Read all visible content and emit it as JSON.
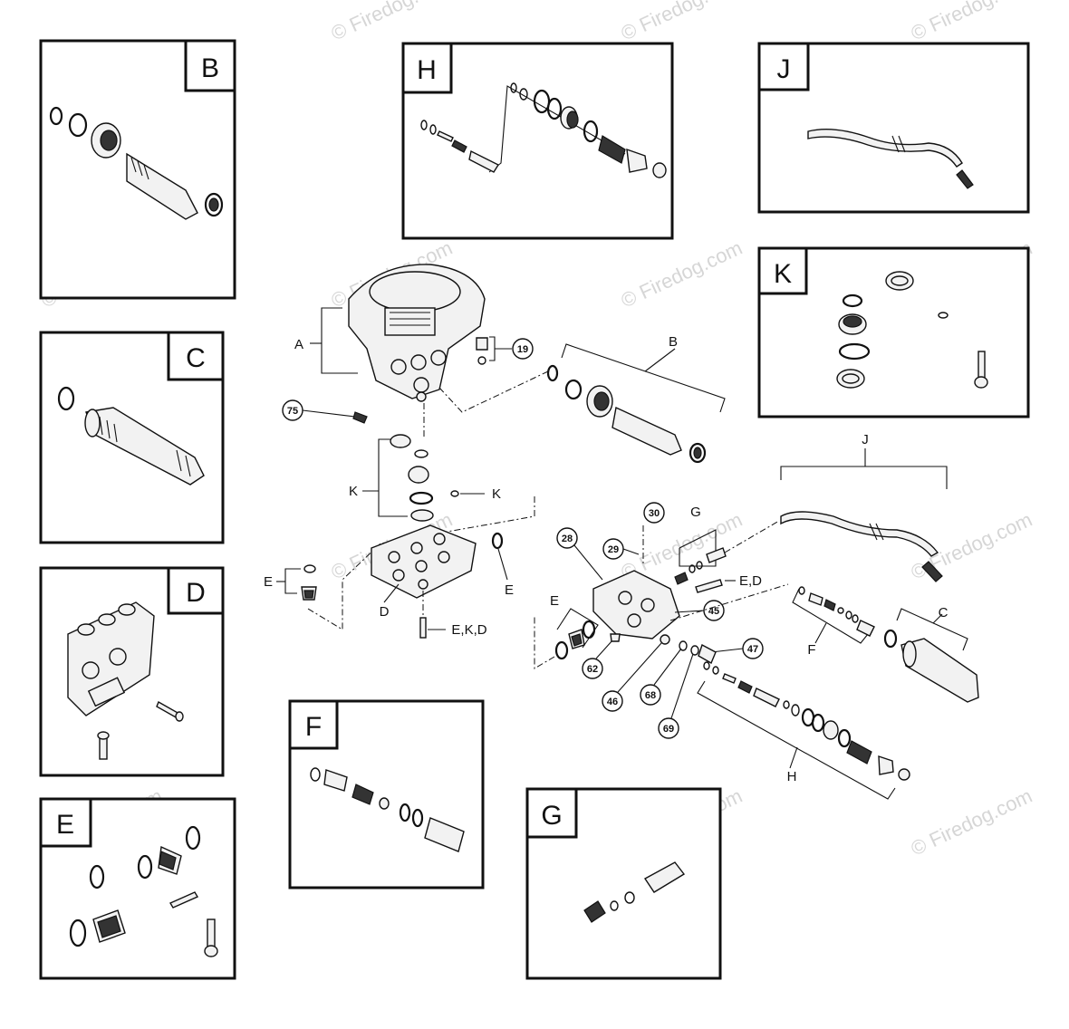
{
  "watermark": {
    "text": "© Firedog.com"
  },
  "panels": {
    "B": {
      "letter": "B"
    },
    "C": {
      "letter": "C"
    },
    "D": {
      "letter": "D"
    },
    "E": {
      "letter": "E"
    },
    "F": {
      "letter": "F"
    },
    "G": {
      "letter": "G"
    },
    "H": {
      "letter": "H"
    },
    "J": {
      "letter": "J"
    },
    "K": {
      "letter": "K"
    }
  },
  "labels": {
    "A": "A",
    "B": "B",
    "C": "C",
    "D": "D",
    "E_left": "E",
    "E_right": "E",
    "E_valve": "E",
    "F": "F",
    "G": "G",
    "H": "H",
    "J": "J",
    "K_left": "K",
    "K_right": "K",
    "EKD": "E,K,D",
    "ED": "E,D"
  },
  "callouts": {
    "c19": "19",
    "c75": "75",
    "c30": "30",
    "c28": "28",
    "c29": "29",
    "c45": "45",
    "c47": "47",
    "c62": "62",
    "c46": "46",
    "c68": "68",
    "c69": "69"
  }
}
